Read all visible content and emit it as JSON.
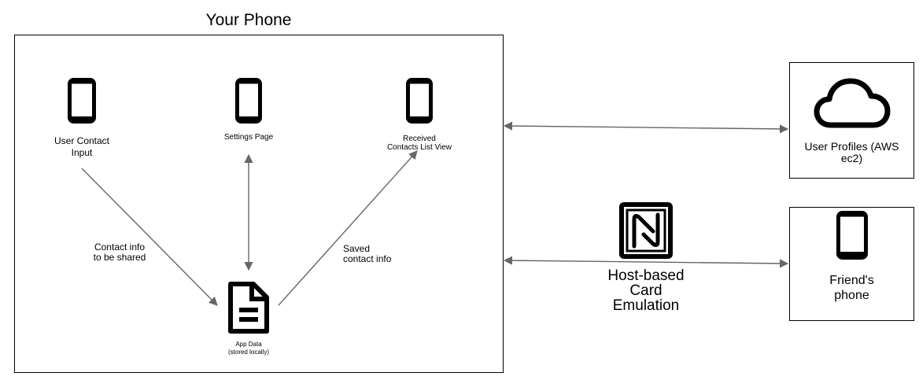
{
  "phone_container": {
    "title": "Your Phone"
  },
  "nodes": {
    "user_contact_input": {
      "label": "User Contact\nInput",
      "icon": "smartphone-icon"
    },
    "settings_page": {
      "label": "Settings Page",
      "icon": "smartphone-icon"
    },
    "received_contacts": {
      "label": "Received\nContacts List View",
      "icon": "smartphone-icon"
    },
    "app_data": {
      "label": "App Data\n(stored locally)",
      "icon": "document-icon"
    },
    "user_profiles": {
      "label": "User Profiles (AWS\nec2)",
      "icon": "cloud-icon"
    },
    "friends_phone": {
      "label": "Friend's\nphone",
      "icon": "smartphone-icon"
    },
    "nfc": {
      "label": "Host-based\nCard\nEmulation",
      "icon": "nfc-icon"
    }
  },
  "edges": {
    "contact_info_shared": "Contact info\nto be shared",
    "saved_contact_info": "Saved\ncontact info"
  },
  "colors": {
    "stroke": "#000000",
    "arrow": "#666666"
  }
}
